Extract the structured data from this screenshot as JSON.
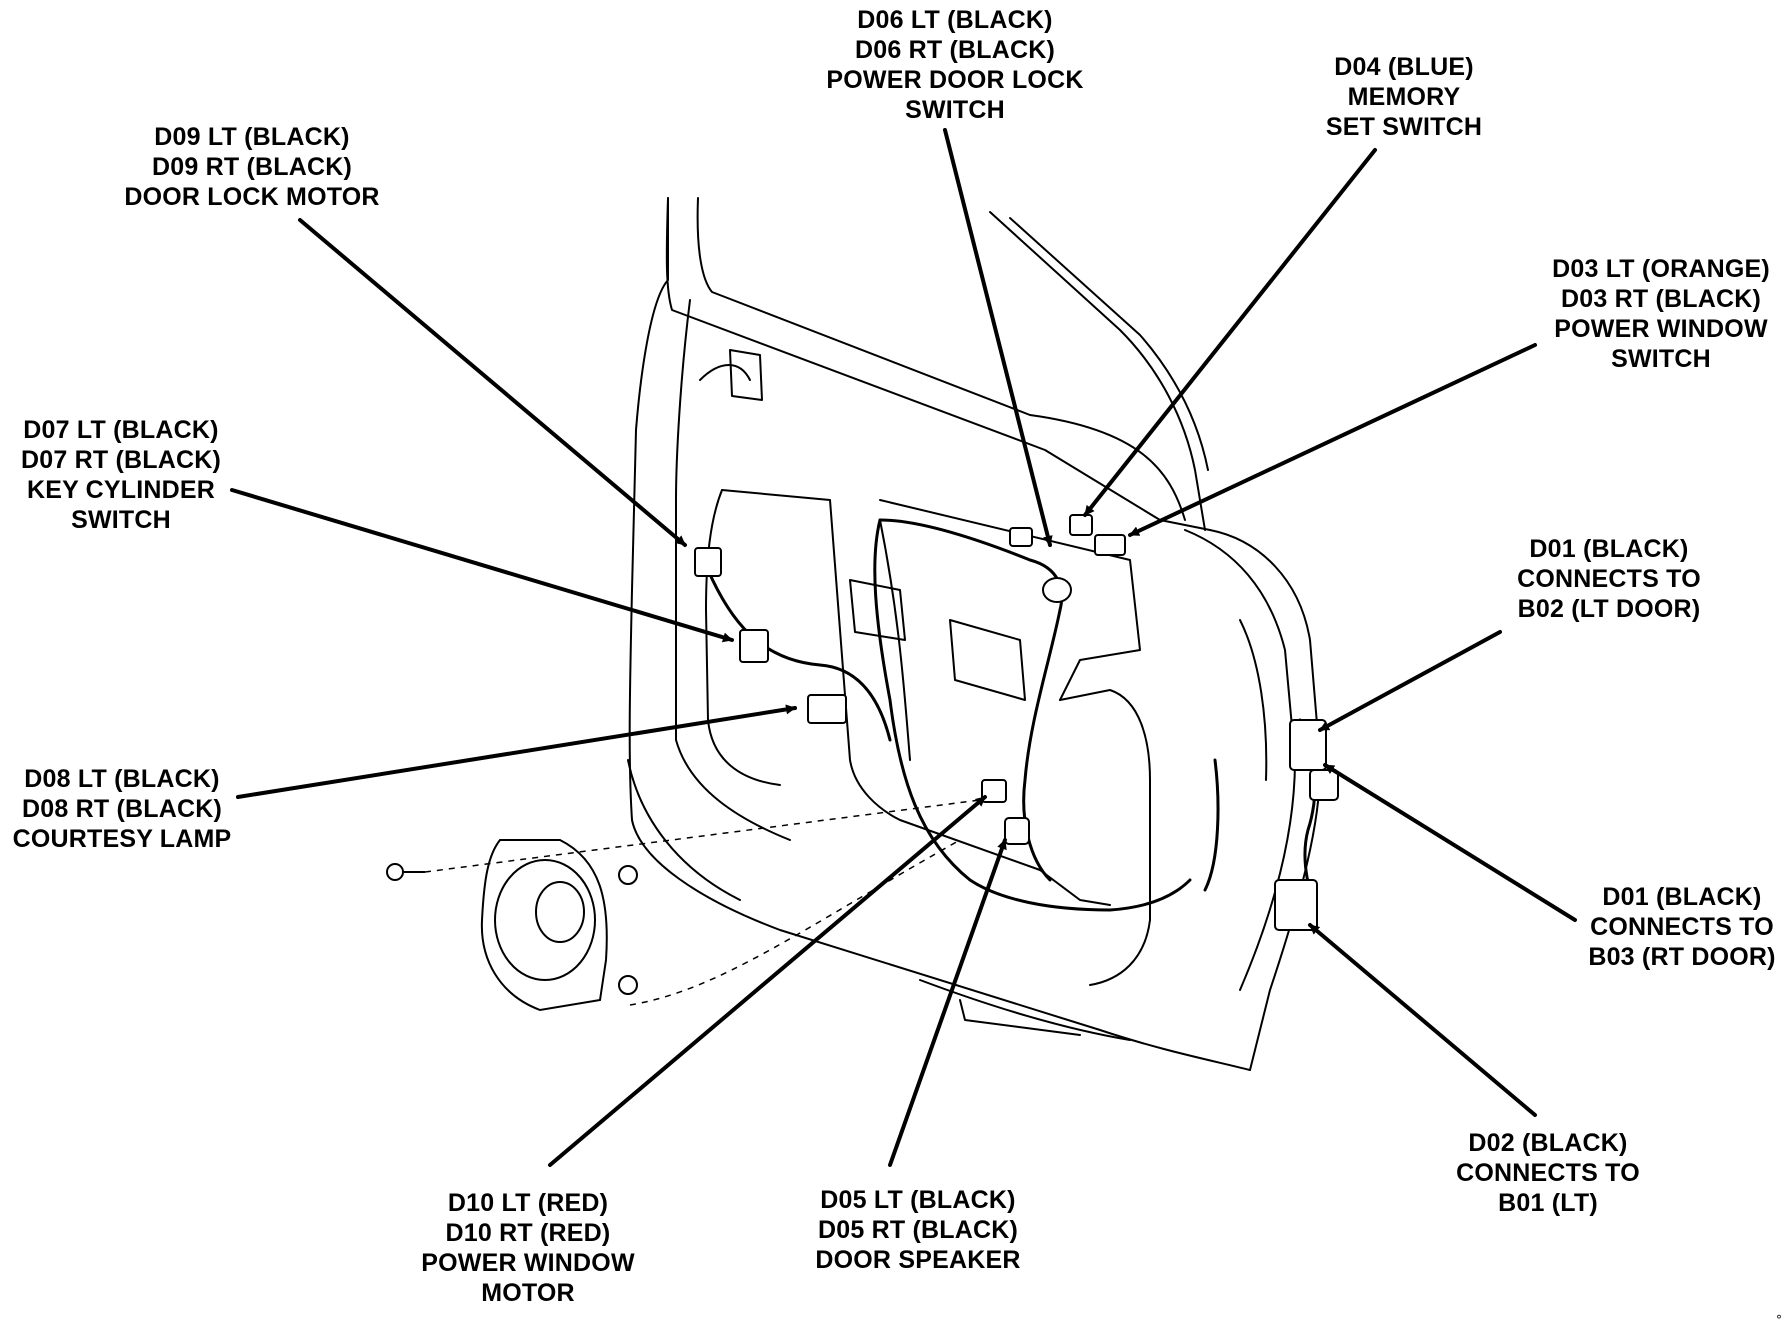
{
  "callouts": [
    {
      "id": "d06",
      "lines": [
        "D06 LT (BLACK)",
        "D06 RT (BLACK)",
        "POWER DOOR LOCK",
        "SWITCH"
      ]
    },
    {
      "id": "d04",
      "lines": [
        "D04 (BLUE)",
        "MEMORY",
        "SET SWITCH"
      ]
    },
    {
      "id": "d09",
      "lines": [
        "D09 LT (BLACK)",
        "D09 RT (BLACK)",
        "DOOR LOCK MOTOR"
      ]
    },
    {
      "id": "d03",
      "lines": [
        "D03 LT (ORANGE)",
        "D03 RT (BLACK)",
        "POWER WINDOW",
        "SWITCH"
      ]
    },
    {
      "id": "d07",
      "lines": [
        "D07 LT (BLACK)",
        "D07 RT (BLACK)",
        "KEY CYLINDER",
        "SWITCH"
      ]
    },
    {
      "id": "d01-b02",
      "lines": [
        "D01 (BLACK)",
        "CONNECTS TO",
        "B02 (LT DOOR)"
      ]
    },
    {
      "id": "d08",
      "lines": [
        "D08 LT (BLACK)",
        "D08 RT (BLACK)",
        "COURTESY LAMP"
      ]
    },
    {
      "id": "d01-b03",
      "lines": [
        "D01 (BLACK)",
        "CONNECTS TO",
        "B03 (RT DOOR)"
      ]
    },
    {
      "id": "d02",
      "lines": [
        "D02 (BLACK)",
        "CONNECTS TO",
        "B01 (LT)"
      ]
    },
    {
      "id": "d10",
      "lines": [
        "D10 LT (RED)",
        "D10 RT (RED)",
        "POWER WINDOW",
        "MOTOR"
      ]
    },
    {
      "id": "d05",
      "lines": [
        "D05 LT (BLACK)",
        "D05 RT (BLACK)",
        "DOOR SPEAKER"
      ]
    }
  ],
  "corner_mark": "°"
}
